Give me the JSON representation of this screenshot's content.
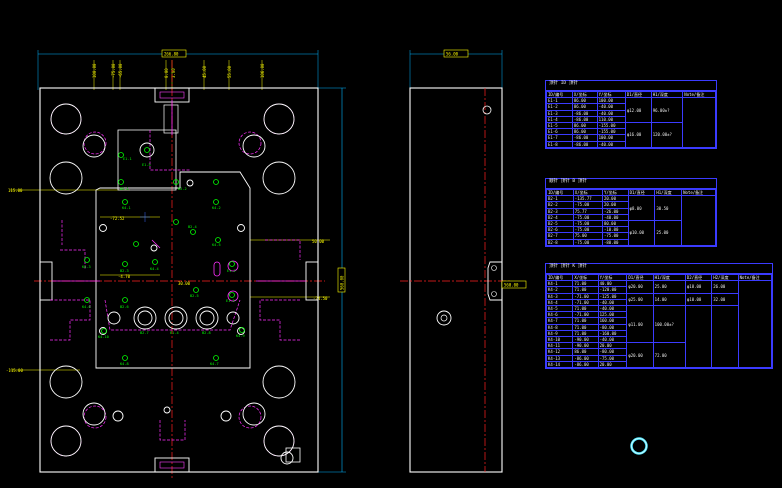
{
  "dims": {
    "top_width": "266.80",
    "side_width": "56.00",
    "height": "560.00",
    "side_height": "560.00",
    "left_upper": "115.00",
    "left_lower": "-115.00",
    "right_upper": "50.00",
    "right_lower": "-24.50",
    "top_x": [
      "100.00",
      "-75.00",
      "-65.00",
      "0.00",
      "3.00",
      "45.00",
      "55.00",
      "106.00"
    ],
    "inner": [
      "-72.52",
      "-4.70",
      "30.00"
    ]
  },
  "tables": [
    {
      "title": "顶针  ID  顶针",
      "headers": [
        "ID/编号",
        "X/坐标",
        "Y/坐标",
        "D1/直径",
        "H1/深度",
        "Note/备注"
      ],
      "rows": [
        [
          "E1-1",
          "86.00",
          "100.00"
        ],
        [
          "E1-2",
          "86.00",
          "-40.00"
        ],
        [
          "E1-3",
          "-86.00",
          "-40.00"
        ],
        [
          "E1-4",
          "-86.00",
          "110.00"
        ],
        [
          "E1-5",
          "86.00",
          "-155.00"
        ],
        [
          "E1-6",
          "86.00",
          "-155.00"
        ],
        [
          "E1-7",
          "-86.00",
          "100.00"
        ],
        [
          "E1-8",
          "-86.00",
          "-40.00"
        ]
      ],
      "d1": [
        "φ12.00",
        "φ16.00"
      ],
      "h1": [
        "96.00±?",
        "120.00±?"
      ]
    },
    {
      "title": "顺针  顶针  B  顶针",
      "headers": [
        "ID/编号",
        "X/坐标",
        "Y/坐标",
        "D1/直径",
        "H1/深度",
        "Note/备注"
      ],
      "rows": [
        [
          "B2-1",
          "-135.77",
          "20.00"
        ],
        [
          "B2-2",
          "-75.00",
          "20.00"
        ],
        [
          "B2-3",
          "75.77",
          "-26.00"
        ],
        [
          "B2-4",
          "-75.00",
          "-40.00"
        ],
        [
          "B2-5",
          "-75.00",
          "80.00"
        ],
        [
          "B2-6",
          "-75.00",
          "-10.00"
        ],
        [
          "B2-7",
          "75.00",
          "-75.00"
        ],
        [
          "B2-8",
          "-75.00",
          "-80.00"
        ]
      ],
      "d1": [
        "φ8.00",
        "φ10.00"
      ],
      "h1": [
        "30.50",
        "25.00"
      ]
    },
    {
      "title": "顶针  顶针  K  顶针",
      "headers": [
        "ID/编号",
        "X/坐标",
        "Y/坐标",
        "D1/直径",
        "H1/深度",
        "D2/直径",
        "H2/深度",
        "Note/备注"
      ],
      "rows": [
        [
          "K4-1",
          "71.00",
          "40.00"
        ],
        [
          "K4-2",
          "71.00",
          "-120.00"
        ],
        [
          "K4-3",
          "-71.00",
          "-125.00"
        ],
        [
          "K4-4",
          "-71.00",
          "-40.00"
        ],
        [
          "K4-5",
          "71.00",
          "-40.00"
        ],
        [
          "K4-6",
          "-71.00",
          "125.00"
        ],
        [
          "K4-7",
          "71.00",
          "160.00"
        ],
        [
          "K4-8",
          "71.00",
          "-80.00"
        ],
        [
          "K4-9",
          "71.00",
          "-160.00"
        ],
        [
          "K4-10",
          "-90.00",
          "-40.00"
        ],
        [
          "K4-11",
          "-90.00",
          "20.00"
        ],
        [
          "K4-12",
          "86.00",
          "-80.00"
        ],
        [
          "K4-13",
          "-86.00",
          "-75.00"
        ],
        [
          "K4-14",
          "-86.00",
          "20.00"
        ]
      ],
      "d1": [
        "φ20.00",
        "φ25.00",
        "φ11.00",
        "φ20.00"
      ],
      "h1": [
        "25.00",
        "14.00",
        "100.00±?",
        "72.00"
      ],
      "d2": [
        "φ18.00",
        "φ10.00"
      ],
      "h2": [
        "26.00",
        "32.00"
      ]
    }
  ]
}
